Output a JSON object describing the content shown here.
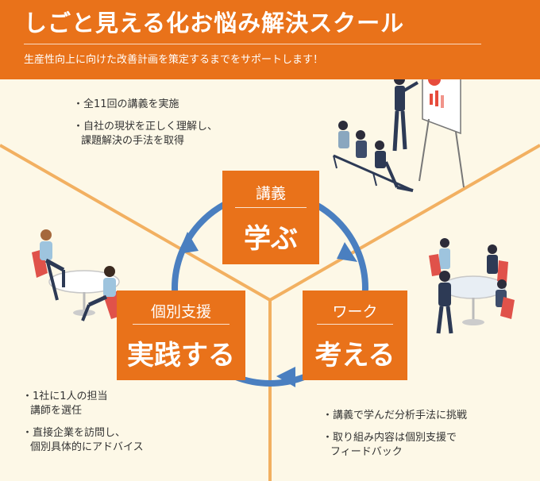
{
  "header": {
    "title": "しごと見える化お悩み解決スクール",
    "subtitle": "生産性向上に向けた改善計画を策定するまでをサポートします！"
  },
  "colors": {
    "accent": "#e9721a",
    "divider": "#f2b061",
    "arrow": "#4a7fc0",
    "background": "#fdf8e7"
  },
  "sections": {
    "learn": {
      "small": "講義",
      "large": "学ぶ",
      "bullets": [
        [
          "・全11回の講義を実施"
        ],
        [
          "・自社の現状を正しく理解し、",
          "課題解決の手法を取得"
        ]
      ]
    },
    "think": {
      "small": "ワーク",
      "large": "考える",
      "bullets": [
        [
          "・講義で学んだ分析手法に挑戦"
        ],
        [
          "・取り組み内容は個別支援で",
          "フィードバック"
        ]
      ]
    },
    "practice": {
      "small": "個別支援",
      "large": "実践する",
      "bullets": [
        [
          "・1社に1人の担当",
          "講師を選任"
        ],
        [
          "・直接企業を訪問し、",
          "個別具体的にアドバイス"
        ]
      ]
    }
  }
}
